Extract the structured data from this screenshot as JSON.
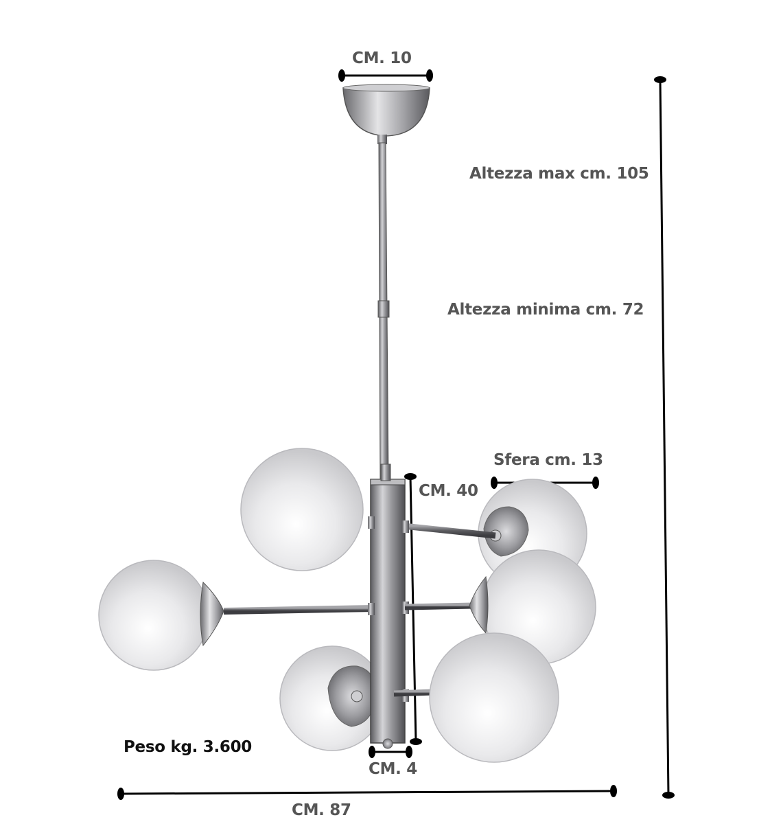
{
  "labels": {
    "canopy_width": "CM. 10",
    "height_max": "Altezza max cm. 105",
    "height_min": "Altezza minima cm. 72",
    "sphere_size": "Sfera cm. 13",
    "body_height": "CM. 40",
    "body_width": "CM. 4",
    "weight": "Peso kg. 3.600",
    "total_width": "CM. 87"
  },
  "colors": {
    "text_gray": "#555555",
    "text_dark": "#111111",
    "dimension_line": "#000000",
    "metal": "#8e8e92",
    "glass": "#e2e2e4"
  }
}
